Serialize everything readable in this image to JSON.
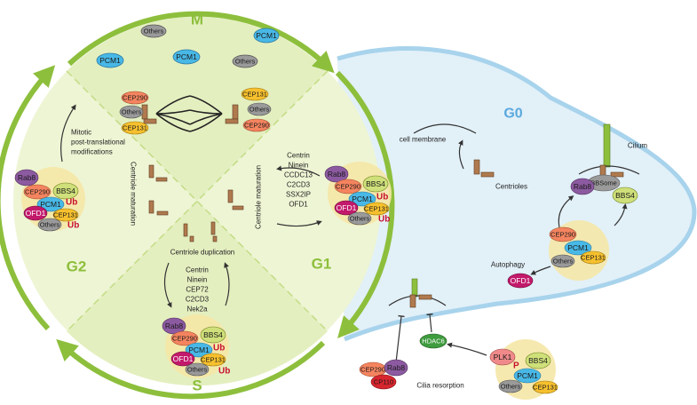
{
  "phases": {
    "M": "M",
    "G1": "G1",
    "S": "S",
    "G2": "G2",
    "G0": "G0"
  },
  "labels": {
    "mitotic_1": "Mitotic",
    "mitotic_2": "post-translational",
    "mitotic_3": "modifications",
    "centriole_maturation": "Centriole maturation",
    "centriole_duplication": "Centriole duplication",
    "cell_membrane": "cell membrane",
    "centrioles": "Centrioles",
    "cilium": "Cilium",
    "bbsome": "BBSome",
    "autophagy": "Autophagy",
    "cilia_resorption": "Cilia resorption",
    "ub": "Ub",
    "p": "P"
  },
  "g1_proteins": [
    "Centrin",
    "Ninein",
    "CCDC13",
    "C2CD3",
    "SSX2IP",
    "OFD1"
  ],
  "s_proteins": [
    "Centrin",
    "Ninein",
    "CEP72",
    "C2CD3",
    "Nek2a"
  ],
  "proteins": {
    "pcm1": "PCM1",
    "others": "Others",
    "cep290": "CEP290",
    "cep131": "CEP131",
    "rab8": "Rab8",
    "bbs4": "BBS4",
    "ofd1": "OFD1",
    "plk1": "PLK1",
    "hdac6": "HDAC6",
    "cp110": "CP110"
  },
  "colors": {
    "green": "#8dbf3c",
    "blue": "#a8d3ec",
    "pale_green": "#eef5d4",
    "pcm1": "#48b8e6",
    "others": "#9a9a9a",
    "cep290": "#f4845f",
    "cep131": "#f6c02e",
    "rab8": "#8c5aa0",
    "bbs4": "#cfe07a",
    "ofd1": "#c2196b",
    "plk1": "#f08a8a",
    "hdac6": "#3e9b3e",
    "cp110": "#d7262e",
    "centriole": "#b07a4e",
    "ub": "#c8102e"
  }
}
